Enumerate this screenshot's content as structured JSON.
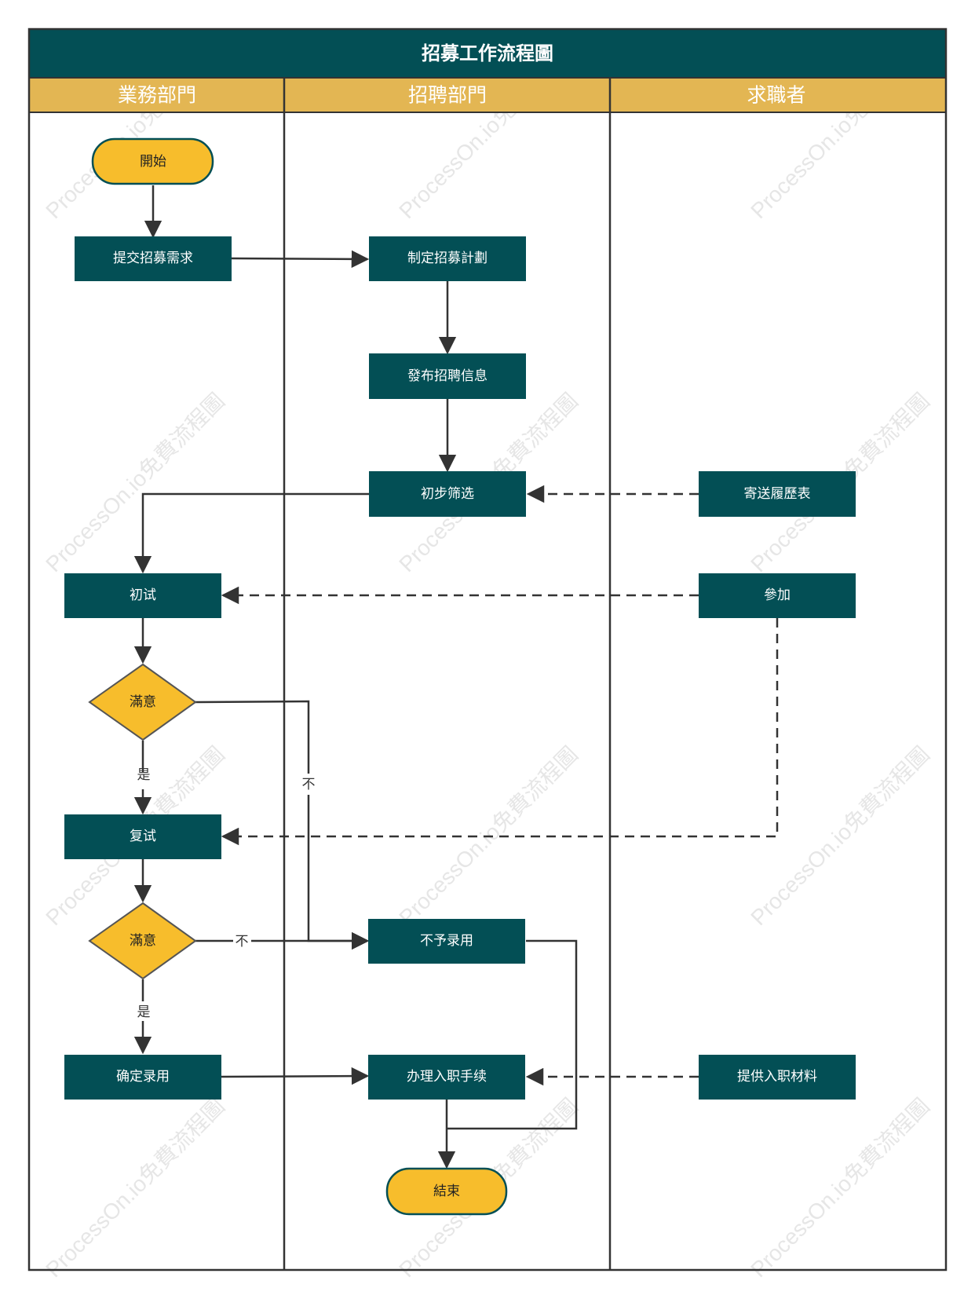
{
  "title": "招募工作流程圖",
  "colors": {
    "header_bg": "#034f55",
    "lane_header_bg": "#e3b653",
    "process_bg": "#034f55",
    "terminal_bg": "#f7bd2c",
    "decision_bg": "#f7bd2c",
    "line": "#333333",
    "frame": "#333333",
    "watermark": "#e6e6e6"
  },
  "lanes": [
    "業務部門",
    "招聘部門",
    "求職者"
  ],
  "nodes": {
    "start": "開始",
    "submit": "提交招募需求",
    "plan": "制定招募計劃",
    "publish": "發布招聘信息",
    "screen": "初步筛选",
    "send_resume": "寄送履歷表",
    "first_interview": "初试",
    "attend": "參加",
    "satisfied1": "滿意",
    "second_interview": "复试",
    "satisfied2": "滿意",
    "reject": "不予录用",
    "confirm": "确定录用",
    "onboard": "办理入职手续",
    "provide_materials": "提供入职材料",
    "end": "結束"
  },
  "edge_labels": {
    "yes1": "是",
    "no1": "不",
    "no2": "不",
    "yes2": "是"
  },
  "watermark": "ProcessOn.io免費流程圖"
}
